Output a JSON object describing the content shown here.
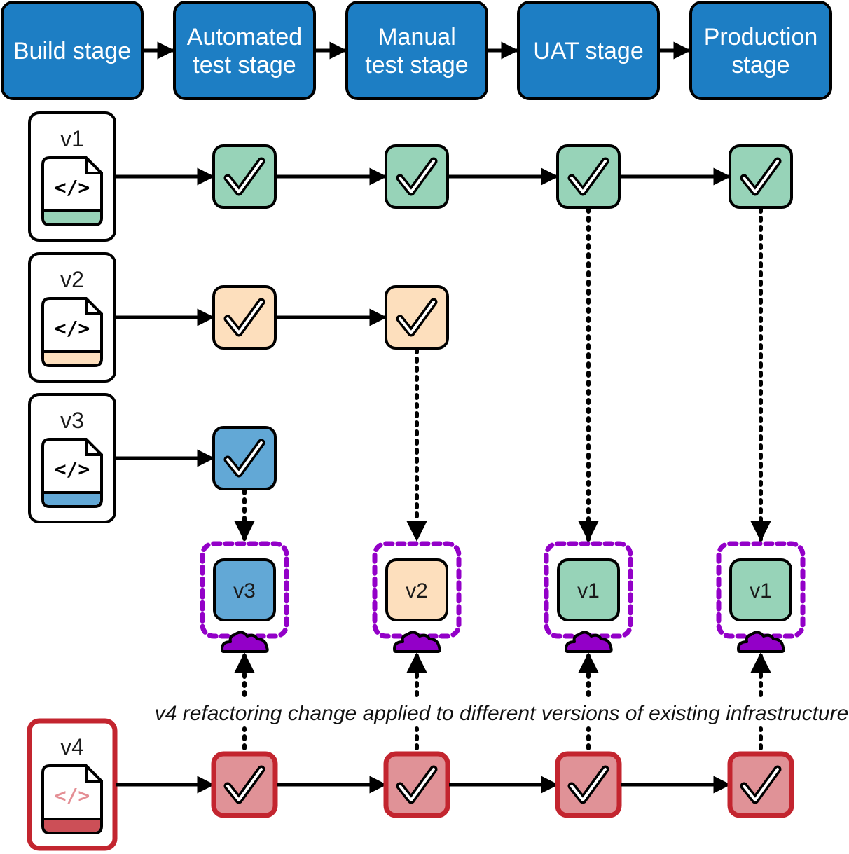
{
  "stages": [
    {
      "id": "build",
      "lines": [
        "Build stage"
      ]
    },
    {
      "id": "automated-test",
      "lines": [
        "Automated",
        "test stage"
      ]
    },
    {
      "id": "manual-test",
      "lines": [
        "Manual",
        "test stage"
      ]
    },
    {
      "id": "uat",
      "lines": [
        "UAT stage"
      ]
    },
    {
      "id": "production",
      "lines": [
        "Production",
        "stage"
      ]
    }
  ],
  "colors": {
    "stage_fill": "#1d7ec4",
    "outline": "#000000",
    "v1": "#97d3b8",
    "v2": "#fddfbd",
    "v3": "#62a8d6",
    "v4_fill": "#e09297",
    "v4_border": "#c3252f",
    "v4_bar": "#cc4f57",
    "v4_code": "#e48f95",
    "environment_border": "#9300c8",
    "cloud": "#9300c8"
  },
  "versions": [
    {
      "label": "v1",
      "color_key": "v1",
      "passed_stages": 4
    },
    {
      "label": "v2",
      "color_key": "v2",
      "passed_stages": 2
    },
    {
      "label": "v3",
      "color_key": "v3",
      "passed_stages": 1
    },
    {
      "label": "v4",
      "color_key": "v4",
      "passed_stages": 4,
      "highlight": true
    }
  ],
  "environments": [
    {
      "stage": "automated-test",
      "deployed_version": "v3",
      "color_key": "v3"
    },
    {
      "stage": "manual-test",
      "deployed_version": "v2",
      "color_key": "v2"
    },
    {
      "stage": "uat",
      "deployed_version": "v1",
      "color_key": "v1"
    },
    {
      "stage": "production",
      "deployed_version": "v1",
      "color_key": "v1"
    }
  ],
  "code_icon_glyph": "</>",
  "check_icon": "check-icon",
  "cloud_icon": "cloud-icon",
  "caption": "v4 refactoring change applied to different versions of existing infrastructure"
}
